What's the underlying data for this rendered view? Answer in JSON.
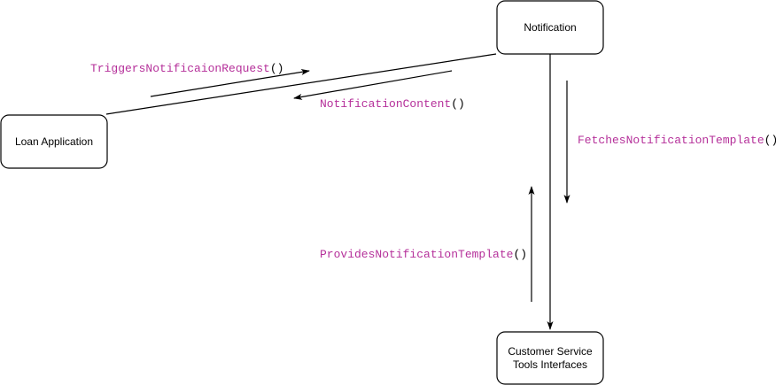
{
  "colors": {
    "label_method": "#b5309a",
    "label_parens": "#000000",
    "stroke": "#000000",
    "node_fill": "#ffffff"
  },
  "nodes": {
    "notification": {
      "label": "Notification"
    },
    "loan_application": {
      "label": "Loan Application"
    },
    "cs_tools": {
      "line1": "Customer Service",
      "line2": "Tools Interfaces"
    }
  },
  "messages": {
    "triggers": {
      "name": "TriggersNotificaionRequest",
      "suffix": "()"
    },
    "content": {
      "name": "NotificationContent",
      "suffix": "()"
    },
    "fetches": {
      "name": "FetchesNotificationTemplate",
      "suffix": "()"
    },
    "provides": {
      "name": "ProvidesNotificationTemplate",
      "suffix": "()"
    }
  }
}
